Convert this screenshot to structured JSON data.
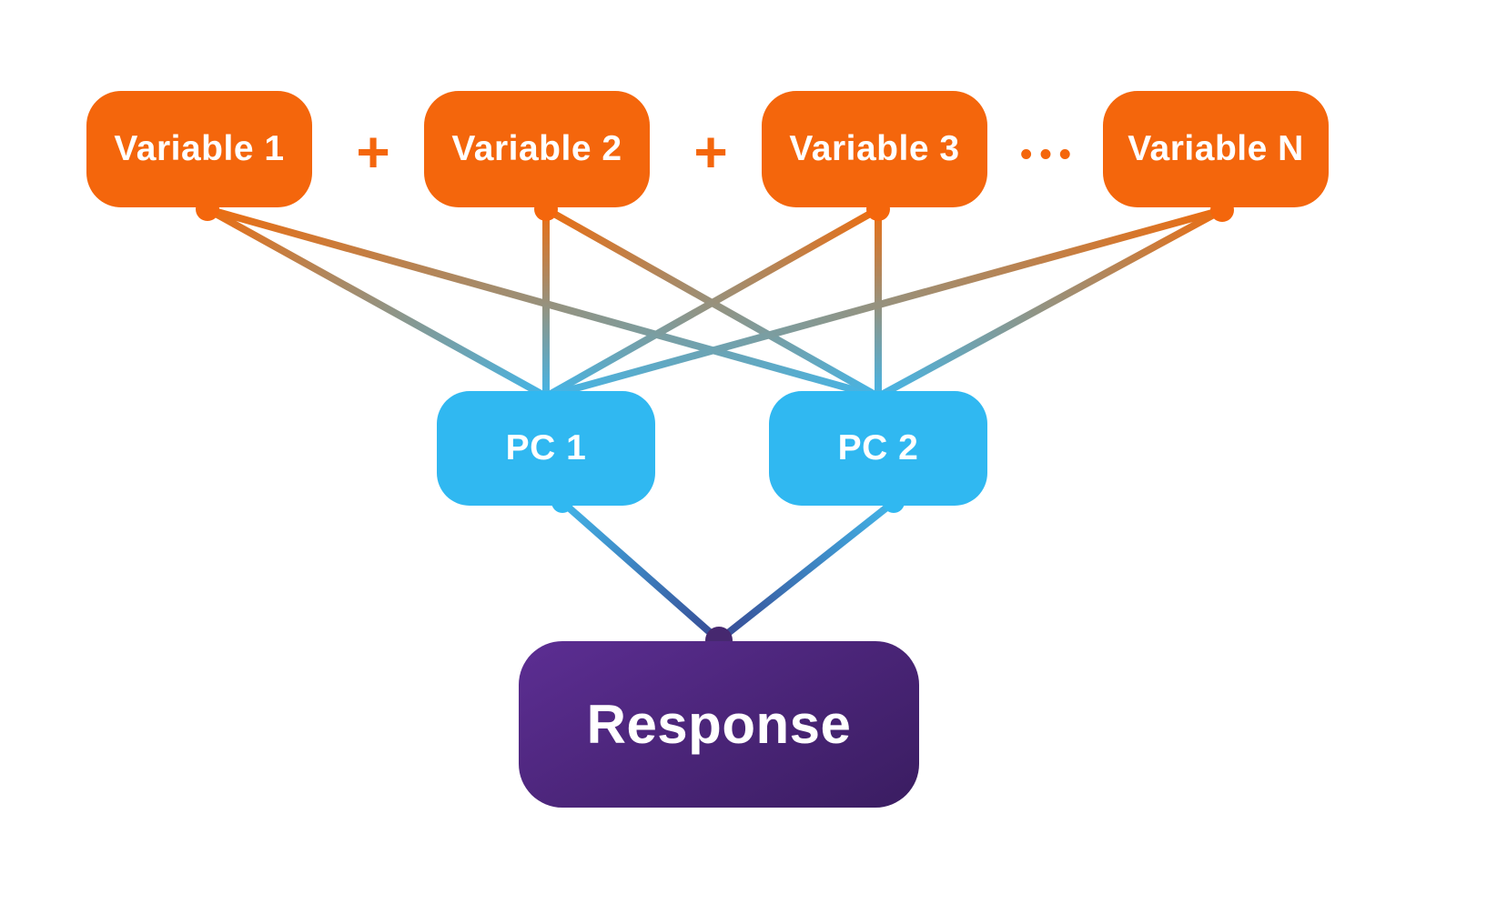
{
  "diagram": {
    "background": "#FFFFFF",
    "nodes": [
      {
        "id": "var1",
        "label": "Variable 1",
        "type": "variable"
      },
      {
        "id": "var2",
        "label": "Variable 2",
        "type": "variable"
      },
      {
        "id": "var3",
        "label": "Variable 3",
        "type": "variable"
      },
      {
        "id": "varN",
        "label": "Variable N",
        "type": "variable"
      },
      {
        "id": "pc1",
        "label": "PC 1",
        "type": "pc"
      },
      {
        "id": "pc2",
        "label": "PC 2",
        "type": "pc"
      },
      {
        "id": "response",
        "label": "Response",
        "type": "response"
      }
    ],
    "operators": [
      {
        "symbol": "+",
        "between": [
          "var1",
          "var2"
        ]
      },
      {
        "symbol": "+",
        "between": [
          "var2",
          "var3"
        ]
      },
      {
        "symbol": "•••",
        "between": [
          "var3",
          "varN"
        ]
      }
    ],
    "edges": [
      {
        "from": "var1",
        "to": "pc1",
        "kind": "var-pc"
      },
      {
        "from": "var1",
        "to": "pc2",
        "kind": "var-pc"
      },
      {
        "from": "var2",
        "to": "pc1",
        "kind": "var-pc"
      },
      {
        "from": "var2",
        "to": "pc2",
        "kind": "var-pc"
      },
      {
        "from": "var3",
        "to": "pc1",
        "kind": "var-pc"
      },
      {
        "from": "var3",
        "to": "pc2",
        "kind": "var-pc"
      },
      {
        "from": "varN",
        "to": "pc1",
        "kind": "var-pc"
      },
      {
        "from": "varN",
        "to": "pc2",
        "kind": "var-pc"
      },
      {
        "from": "pc1",
        "to": "response",
        "kind": "pc-response"
      },
      {
        "from": "pc2",
        "to": "response",
        "kind": "pc-response"
      }
    ],
    "colors": {
      "variable_box": "#F4660C",
      "pc_box": "#30B8F1",
      "response_gradient_start": "#5C2E93",
      "response_gradient_mid": "#4B2579",
      "response_gradient_end": "#3A1D61",
      "edge_orange": "#EC6D10",
      "edge_blue": "#43B5E8",
      "edge_indigo": "#364A94",
      "connector_dot_purple": "#46286F",
      "operator_orange": "#F4660C",
      "label_text": "#FFFFFF"
    }
  }
}
